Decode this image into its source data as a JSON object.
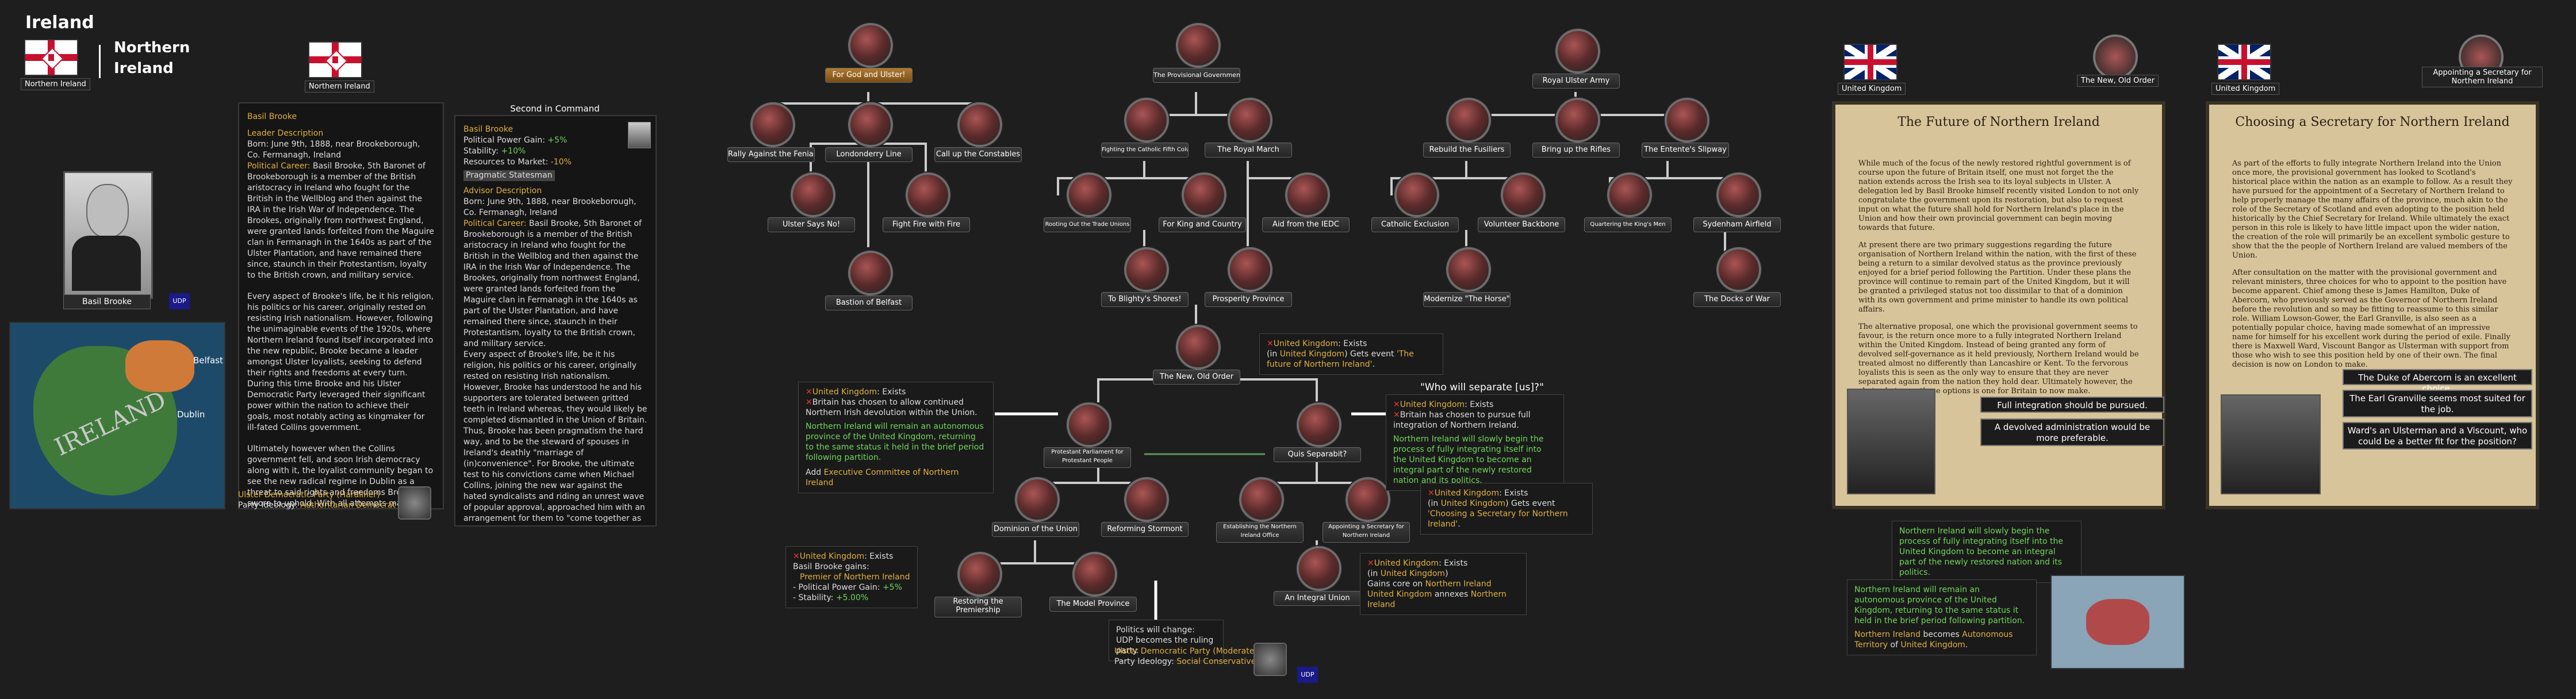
{
  "header": {
    "country": "Ireland",
    "name_line1": "Northern",
    "name_line2": "Ireland",
    "flag_label_ni": "Northern Ireland",
    "flag_label_ni2": "Northern Ireland"
  },
  "leader": {
    "portrait_name": "Basil Brooke",
    "party_label": "Ulster Democratic Party (Hardliner)",
    "ideology_prefix": "Party Ideology: ",
    "ideology": "Authoritarian Democrat",
    "badge": "UDP"
  },
  "map": {
    "belfast": "Belfast",
    "dublin": "Dublin",
    "country": "IRELAND"
  },
  "leader_panel": {
    "name": "Basil Brooke",
    "desc_head": "Leader Description",
    "born": "Born: June 9th, 1888, near Brookeborough, Co. Fermanagh, Ireland",
    "career_head": "Political Career:",
    "career": "Basil Brooke, 5th Baronet of Brookeborough is a member of the British aristocracy in Ireland who fought for the British in the Wellblog and then against the IRA in the Irish War of Independence. The Brookes, originally from northwest England, were granted lands forfeited from the Maguire clan in Fermanagh in the 1640s as part of the Ulster Plantation, and have remained there since, staunch in their Protestantism, loyalty to the British crown, and military service.",
    "p2": "Every aspect of Brooke's life, be it his religion, his politics or his career, originally rested on resisting Irish nationalism. However, following the unimaginable events of the 1920s, where Northern Ireland found itself incorporated into the new republic, Brooke became a leader amongst Ulster loyalists, seeking to defend their rights and freedoms at every turn. During this time Brooke and his Ulster Democratic Party leveraged their significant power within the nation to achieve their goals, most notably acting as kingmaker for ill-fated Collins government.",
    "p3": "Ultimately however when the Collins government fell, and soon Irish democracy along with it, the loyalist community began to see the new radical regime in Dublin as a threat to said rights and freedoms Brooke swore to uphold. With all attempts made to peacefully resolve the situation failing, Brooke and his supporters saw no opportunity left to them but the violent dissolution of the short lived unity Ireland had grown accustom to. Brooke now finds himself fighting in service of King and Country once more; or at least what's left of it."
  },
  "second": {
    "title": "Second in Command",
    "name": "Basil Brooke",
    "pp": "Political Power Gain: ",
    "pp_val": "+5%",
    "stab": "Stability: ",
    "stab_val": "+10%",
    "res": "Resources to Market: ",
    "res_val": "-10%",
    "trait": "Pragmatic Statesman",
    "adv": "Advisor Description",
    "born": "Born: June 9th, 1888, near Brookeborough, Co. Fermanagh, Ireland",
    "career_head": "Political Career:",
    "career": "Basil Brooke, 5th Baronet of Brookeborough is a member of the British aristocracy in Ireland who fought for the British in the Wellblog and then against the IRA in the Irish War of Independence. The Brookes, originally from northwest England, were granted lands forfeited from the Maguire clan in Fermanagh in the 1640s as part of the Ulster Plantation, and have remained there since, staunch in their Protestantism, loyalty to the British crown, and military service.",
    "p2": "Every aspect of Brooke's life, be it his religion, his politics or his career, originally rested on resisting Irish nationalism. However, Brooke has understood he and his supporters are tolerated between gritted teeth in Ireland whereas, they would likely be completed dismantled in the Union of Britain. Thus, Brooke has been pragmatism the hard way, and to be the steward of spouses in Ireland's deathly \"marriage of (in)convenience\". For Brooke, the ultimate test to his convictions came when Michael Collins, joining the new war against the hated syndicalists and riding an unrest wave of popular approval, approached him with an arrangement for them to \"come together as christians\" in the face of against the red menace. Brooke now performs his new role with rekindling elevation, sustaining the promise of restoring Great Britain of the syndicalists once and for all."
  },
  "focus": {
    "for_god": "For God and Ulster!",
    "rally": "Rally Against the Fenians",
    "londonderry": "Londonderry Line",
    "constables": "Call up the Constables",
    "ulster_says_no": "Ulster Says No!",
    "fight_fire": "Fight Fire with Fire",
    "bastion": "Bastion of Belfast",
    "provisional": "The Provisional Government",
    "catholic_fifth": "Fighting the Catholic Fifth Column",
    "royal_march": "The Royal March",
    "rooting": "Rooting Out the Trade Unions",
    "king_country": "For King and Country",
    "aid_ieoc": "Aid from the IEDC",
    "to_blighty": "To Blighty's Shores!",
    "prosperity": "Prosperity Province",
    "rua": "Royal Ulster Army",
    "fusiliers": "Rebuild the Fusiliers",
    "rifles": "Bring up the Rifles",
    "slipway": "The Entente's Slipway",
    "catholic_excl": "Catholic Exclusion",
    "volunteer": "Volunteer Backbone",
    "quartering": "Quartering the King's Men",
    "sydenham": "Sydenham Airfield",
    "modernize": "Modernize \"The Horse\"",
    "docks": "The Docks of War",
    "new_old_order": "The New, Old Order",
    "prot_parliament": "Protestant Parliament for Protestant People",
    "quis": "Quis Separabit?",
    "dominion": "Dominion of the Union",
    "reforming": "Reforming Stormont",
    "establishing": "Establishing the Northern Ireland Office",
    "appointing": "Appointing a Secretary for Northern Ireland",
    "restoring": "Restoring the Premiership",
    "model": "The Model Province",
    "integral": "An Integral Union"
  },
  "tips": {
    "t1_country": "United Kingdom",
    "t1_exists": ": Exists",
    "t1_open": "(in ",
    "t1_close": ") Gets event ",
    "t1_event": "'The future of Northern Ireland'",
    "t1_end": ".",
    "quote": "\"Who will separate [us]?\"",
    "t2_country": "United Kingdom",
    "t2_exists": ": Exists",
    "t2_line": "Britain has chosen to allow continued Northern Irish devolution within the Union.",
    "t2_green": "Northern Ireland will remain an autonomous province of the United Kingdom, returning to the same status it held in the brief period following partition.",
    "t2_add_prefix": "Add ",
    "t2_add": "Executive Committee of Northern Ireland",
    "t3_country": "United Kingdom",
    "t3_exists": ": Exists",
    "t3_line": "Britain has chosen to pursue full integration of Northern Ireland.",
    "t3_green": "Northern Ireland will slowly begin the process of fully integrating itself into the United Kingdom to become an integral part of the newly restored nation and its politics.",
    "t4_country": "United Kingdom",
    "t4_exists": ": Exists",
    "t4_open": "(in ",
    "t4_close": ") Gets event ",
    "t4_event": "'Choosing a Secretary for Northern Ireland'",
    "t4_end": ".",
    "t5_country": "United Kingdom",
    "t5_exists": ": Exists",
    "t5_gains": "Basil Brooke gains:",
    "t5_trait": "Premier of Northern Ireland",
    "t5_pp": "Political Power Gain: ",
    "t5_pp_val": "+5%",
    "t5_stab": "Stability: ",
    "t5_stab_val": "+5.00%",
    "t6_country": "United Kingdom",
    "t6_exists": ": Exists",
    "t6_open": "(in ",
    "t6_close": ")",
    "t6_gains": "Gains core on ",
    "t6_gains_tgt": "Northern Ireland",
    "t6_annex": " annexes ",
    "t6_annex_tgt": "Northern Ireland",
    "t7_line1": "Politics will change:",
    "t7_line2": "UDP becomes the ruling party.",
    "t8_party": "Ulster Democratic Party (Moderates)",
    "t8_ideol_prefix": "Party Ideology: ",
    "t8_ideol": "Social Conservative",
    "t8_badge": "UDP",
    "t9_green": "Northern Ireland will slowly begin the process of fully integrating itself into the United Kingdom to become an integral part of the newly restored nation and its politics.",
    "t10_green": "Northern Ireland will remain an autonomous province of the United Kingdom, returning to the same status it held in the brief period following partition.",
    "t10_sub": "Northern Ireland",
    "t10_mid": " becomes ",
    "t10_status": "Autonomous Territory",
    "t10_of": " of ",
    "t10_uk": "United Kingdom",
    "t10_end": "."
  },
  "events": {
    "uk_label1": "United Kingdom",
    "uk_label2": "United Kingdom",
    "new_old_order": "The New, Old Order",
    "appointing": "Appointing a Secretary for Northern Ireland",
    "e1_title": "The Future of Northern Ireland",
    "e1_p1": "While much of the focus of the newly restored rightful government is of course upon the future of Britain itself, one must not forget the the nation extends across the Irish sea to its loyal subjects in Ulster. A delegation led by Basil Brooke himself recently visited London to not only congratulate the government upon its restoration, but also to request input on what the future shall hold for Northern Ireland's place in the Union and how their own provincial government can begin moving towards that future.",
    "e1_p2": "At present there are two primary suggestions regarding the future organisation of Northern Ireland within the nation, with the first of these being a return to a similar devolved status as the province previously enjoyed for a brief period following the Partition. Under these plans the province will continue to remain part of the United Kingdom, but it will be granted a privileged status not too dissimilar to that of a dominion with its own government and prime minister to handle its own political affairs.",
    "e1_p3": "The alternative proposal, one which the provisional government seems to favour, is the return once more to a fully integrated Northern Ireland within the United Kingdom. Instead of being granted any form of devolved self-governance as it held previously, Northern Ireland would be treated almost no differently than Lancashire or Kent. To the fervorous loyalists this is seen as the only way to ensure that they are never separated again from the nation they hold dear. Ultimately however, the choice between these options is one for Britain to now make.",
    "e1_opt1": "Full integration should be pursued.",
    "e1_opt2": "A devolved administration would be more preferable.",
    "e2_title": "Choosing a Secretary for Northern Ireland",
    "e2_p1": "As part of the efforts to fully integrate Northern Ireland into the Union once more, the provisional government has looked to Scotland's historical place within the nation as an example to follow. As a result they have pursued for the appointment of a Secretary of Northern Ireland to help properly manage the many affairs of the province, much akin to the role of the Secretary of Scotland and even adopting to the position held historically by the Chief Secretary for Ireland. While ultimately the exact person in this role is likely to have little impact upon the wider nation, the creation of the role will primarily be an excellent symbolic gesture to show that the the people of Northern Ireland are valued members of the Union.",
    "e2_p2": "After consultation on the matter with the provisional government and relevant ministers, three choices for who to appoint to the position have become apparent. Chief among these is James Hamilton, Duke of Abercorn, who previously served as the Governor of Northern Ireland before the revolution and so may be fitting to reassume to this similar role. William Lowson-Gower, the Earl Granville, is also seen as a potentially popular choice, having made somewhat of an impressive name for himself for his excellent work during the period of exile. Finally there is Maxwell Ward, Viscount Bangor as Ulsterman with support from those who wish to see this position held by one of their own. The final decision is now on London to make.",
    "e2_opt1": "The Duke of Abercorn is an excellent choice.",
    "e2_opt2": "The Earl Granville seems most suited for the job.",
    "e2_opt3": "Ward's an Ulsterman and a Viscount, who could be a better fit for the position?"
  }
}
